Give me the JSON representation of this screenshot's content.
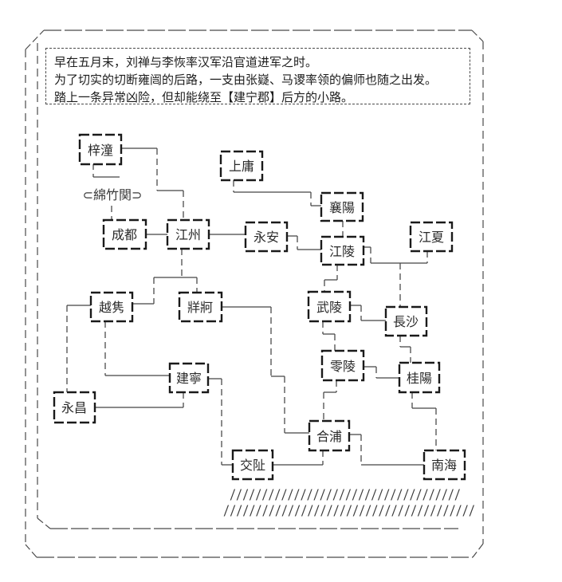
{
  "message_box": {
    "lines": [
      "早在五月末，刘禅与李恢率汉军沿官道进军之时。",
      "为了切实的切断雍闿的后路，一支由张嶷、马谡率领的偏师也随之出发。",
      "踏上一条异常凶险，但却能绕至【建宁郡】后方的小路。"
    ]
  },
  "map": {
    "pass_label": "⊂綿竹関⊃",
    "cities": {
      "zitong": {
        "label": "梓潼"
      },
      "shangyong": {
        "label": "上庸"
      },
      "xiangyang": {
        "label": "襄陽"
      },
      "chengdu": {
        "label": "成都"
      },
      "jiangzhou": {
        "label": "江州"
      },
      "yongan": {
        "label": "永安"
      },
      "jiangling": {
        "label": "江陵"
      },
      "jiangxia": {
        "label": "江夏"
      },
      "yuexi": {
        "label": "越隽"
      },
      "zangke": {
        "label": "牂牁"
      },
      "wuling": {
        "label": "武陵"
      },
      "changsha": {
        "label": "長沙"
      },
      "lingling": {
        "label": "零陵"
      },
      "guiyang": {
        "label": "桂陽"
      },
      "jianning": {
        "label": "建寧"
      },
      "yongchang": {
        "label": "永昌"
      },
      "hepu": {
        "label": "合浦"
      },
      "jiaozhi": {
        "label": "交阯"
      },
      "nanhai": {
        "label": "南海"
      }
    },
    "connections": [
      [
        "梓潼",
        "成都"
      ],
      [
        "梓潼",
        "江州"
      ],
      [
        "成都",
        "江州"
      ],
      [
        "江州",
        "永安"
      ],
      [
        "永安",
        "江陵"
      ],
      [
        "上庸",
        "襄陽"
      ],
      [
        "襄陽",
        "江陵"
      ],
      [
        "江陵",
        "江夏"
      ],
      [
        "江夏",
        "長沙"
      ],
      [
        "江陵",
        "武陵"
      ],
      [
        "武陵",
        "長沙"
      ],
      [
        "武陵",
        "零陵"
      ],
      [
        "零陵",
        "桂陽"
      ],
      [
        "長沙",
        "桂陽"
      ],
      [
        "零陵",
        "合浦"
      ],
      [
        "桂陽",
        "南海"
      ],
      [
        "合浦",
        "南海"
      ],
      [
        "合浦",
        "交阯"
      ],
      [
        "牂牁",
        "合浦"
      ],
      [
        "江州",
        "越隽"
      ],
      [
        "江州",
        "牂牁"
      ],
      [
        "越隽",
        "永昌"
      ],
      [
        "越隽",
        "建寧"
      ],
      [
        "牂牁",
        "建寧"
      ],
      [
        "永昌",
        "建寧"
      ],
      [
        "建寧",
        "交阯"
      ]
    ],
    "pass_on_route": {
      "from": "梓潼",
      "to": "成都",
      "via": "綿竹関"
    },
    "hatching": {
      "row1": "////////////////////////////////////",
      "row2": "///////////////////////////////////////"
    }
  },
  "colors": {
    "background": "#ffffff",
    "line": "#454545",
    "box_border": "#1a1a1a",
    "text": "#1d1d1d"
  }
}
